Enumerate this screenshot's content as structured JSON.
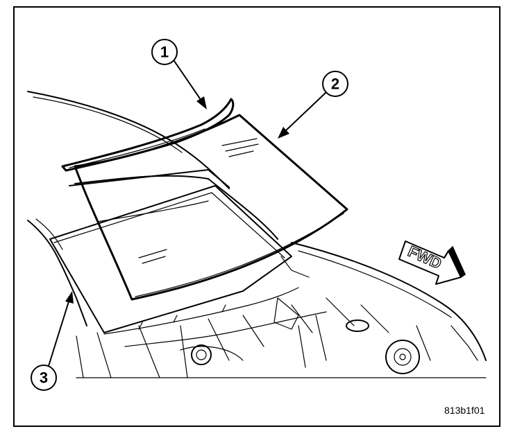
{
  "callouts": [
    {
      "number": "1"
    },
    {
      "number": "2"
    },
    {
      "number": "3"
    }
  ],
  "direction_label": "FWD",
  "figure_id": "813b1f01",
  "icons": [
    "fwd-arrow-icon"
  ]
}
